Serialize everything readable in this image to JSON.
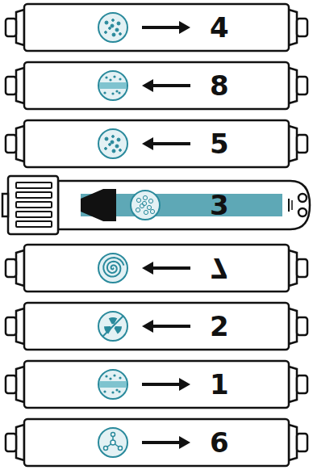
{
  "diagram": {
    "nodes": [
      {
        "text": [
          "4"
        ]
      },
      {
        "text": [
          "8"
        ]
      },
      {
        "text": [
          "5"
        ]
      },
      {
        "text": [
          "3"
        ]
      },
      {
        "text": [
          "7"
        ]
      },
      {
        "text": [
          "2"
        ]
      },
      {
        "text": [
          "1"
        ]
      },
      {
        "text": [
          "6"
        ]
      }
    ]
  }
}
